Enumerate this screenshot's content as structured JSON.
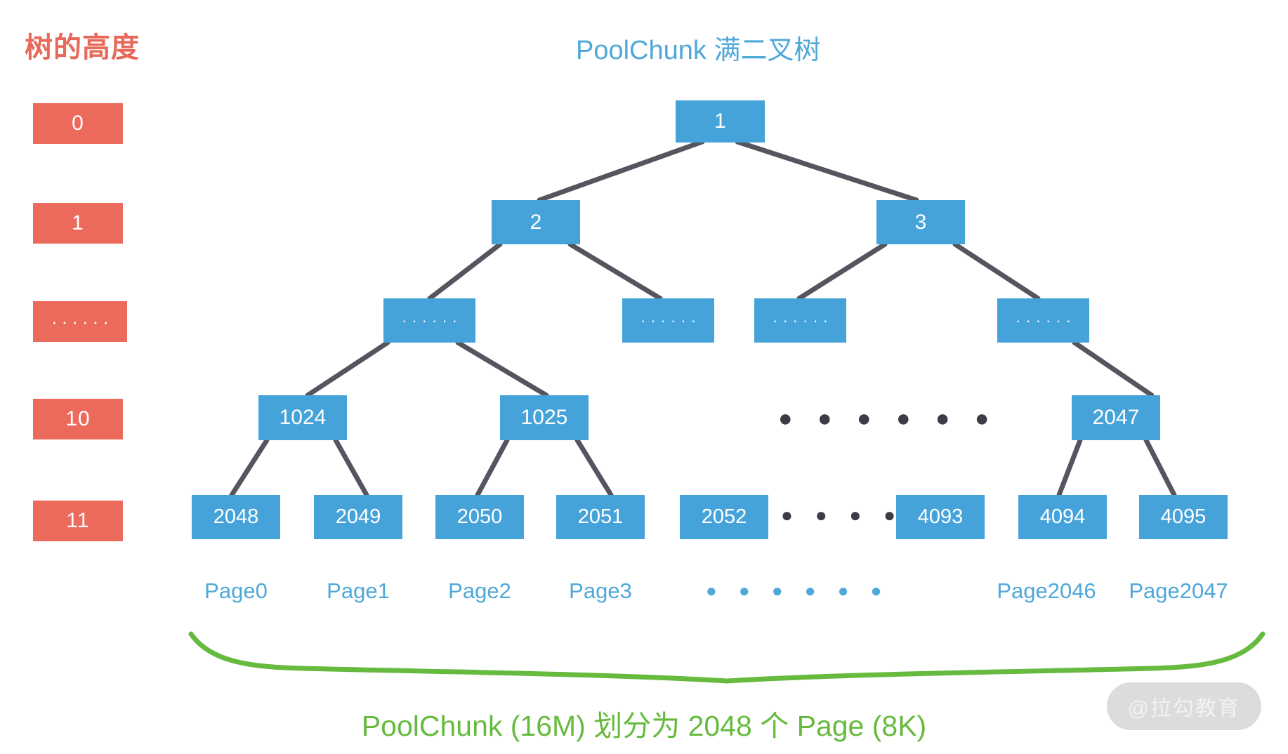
{
  "headings": {
    "left_title": "树的高度",
    "center_title": "PoolChunk 满二叉树"
  },
  "colors": {
    "node_blue": "#45A3DA",
    "level_red": "#EC6A5C",
    "title_blue": "#4FA8D8",
    "title_red": "#E8695A",
    "link_gray": "#55555F",
    "brace_green": "#66BB3F",
    "caption_green": "#66BB3F",
    "background": "#FFFFFF"
  },
  "levels": [
    {
      "label": "0"
    },
    {
      "label": "1"
    },
    {
      "label": "······"
    },
    {
      "label": "10"
    },
    {
      "label": "11"
    }
  ],
  "tree": {
    "row0": [
      {
        "label": "1"
      }
    ],
    "row1": [
      {
        "label": "2"
      },
      {
        "label": "3"
      }
    ],
    "row2": [
      {
        "label": "······"
      },
      {
        "label": "······"
      },
      {
        "label": "······"
      },
      {
        "label": "······"
      }
    ],
    "row3": [
      {
        "label": "1024"
      },
      {
        "label": "1025"
      },
      {
        "label": "2047"
      }
    ],
    "row3_ellipsis": "● ● ● ● ● ●",
    "row4": [
      {
        "label": "2048"
      },
      {
        "label": "2049"
      },
      {
        "label": "2050"
      },
      {
        "label": "2051"
      },
      {
        "label": "2052"
      },
      {
        "label": "4093"
      },
      {
        "label": "4094"
      },
      {
        "label": "4095"
      }
    ],
    "row4_ellipsis": "● ● ● ● ● ●"
  },
  "pages": [
    {
      "label": "Page0"
    },
    {
      "label": "Page1"
    },
    {
      "label": "Page2"
    },
    {
      "label": "Page3"
    },
    {
      "label": "Page2046"
    },
    {
      "label": "Page2047"
    }
  ],
  "pages_ellipsis": "● ● ● ● ● ●",
  "caption": "PoolChunk (16M) 划分为 2048 个 Page (8K)",
  "watermark": "@拉勾教育"
}
